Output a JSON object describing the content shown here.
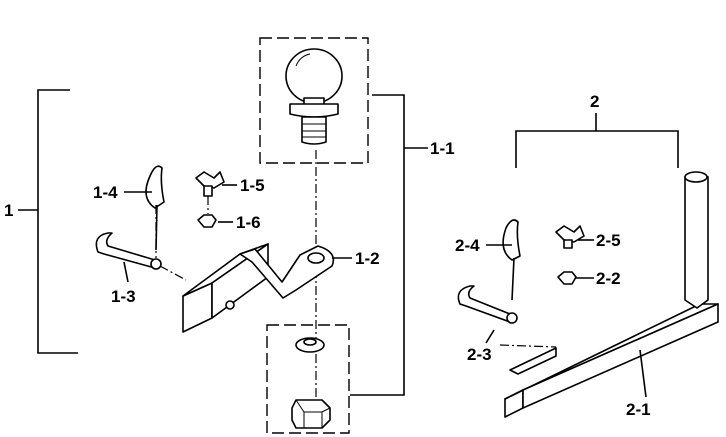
{
  "labels": {
    "l1": "1",
    "l1_1": "1-1",
    "l1_2": "1-2",
    "l1_3": "1-3",
    "l1_4": "1-4",
    "l1_5": "1-5",
    "l1_6": "1-6",
    "l2": "2",
    "l2_1": "2-1",
    "l2_2": "2-2",
    "l2_3": "2-3",
    "l2_4": "2-4",
    "l2_5": "2-5"
  }
}
